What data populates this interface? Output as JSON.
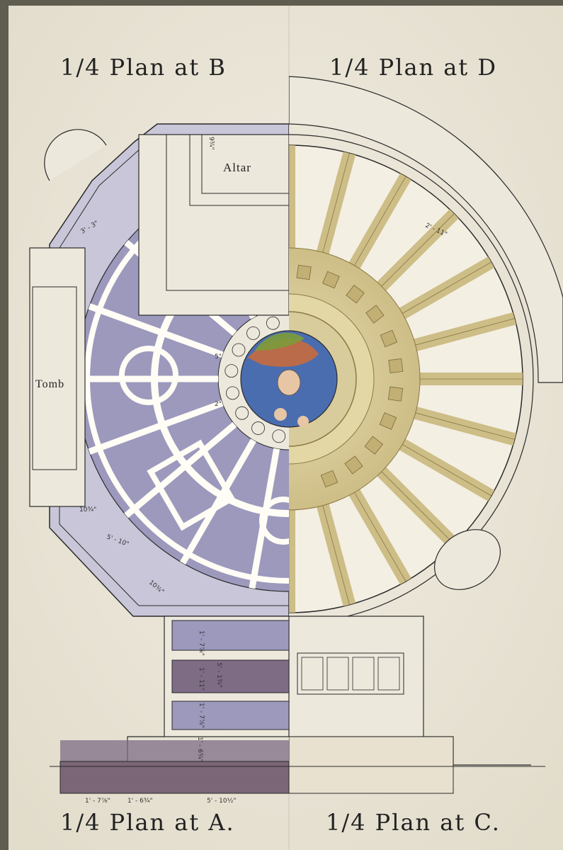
{
  "titles": {
    "top_left": "1/4 Plan at B",
    "top_right": "1/4 Plan at D",
    "bottom_left": "1/4 Plan at A.",
    "bottom_right": "1/4 Plan at C."
  },
  "labels": {
    "altar": "Altar",
    "tomb": "Tomb"
  },
  "dimensions": {
    "altar_depth": "9¾\"",
    "wall_width": "3' - 3\"",
    "dome_rib": "2' - 11\"",
    "diag_left": "10¾\"",
    "base_radius": "5' - 10\"",
    "diag_lower": "10¾\"",
    "oculus_a": "5\"",
    "oculus_b": "2\"",
    "step_1": "1' - 7⅞\"",
    "step_2": "1' - 11\"",
    "step_3": "1' - 7⅞\"",
    "step_mid": "5' - 1¾\"",
    "step_vertical": "1' - 6¾\"",
    "base_1": "1' - 7⅞\"",
    "base_2": "1' - 6¾\"",
    "base_3": "5' - 10½\""
  },
  "colors": {
    "paper": "#ede8dc",
    "paper_edge": "#d9d2c2",
    "wash_blue": "#9c99bd",
    "wash_purple": "#7e6c85",
    "wash_gold": "#d9cc9c",
    "gold_dark": "#b9a56b",
    "fresco_blue": "#4a6db0",
    "fresco_red": "#c66a3e",
    "fresco_green": "#7c9b3a",
    "board": "#5f5d50"
  }
}
